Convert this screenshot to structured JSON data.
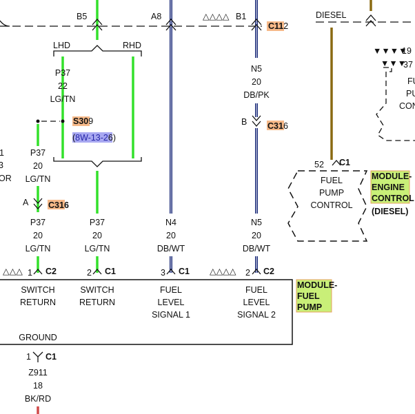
{
  "colors": {
    "green_wire": "#33e12b",
    "blue_wire": "#1a2a78",
    "brown_wire": "#8a6a12",
    "black_line": "#111111",
    "connector_highlight": "#f4a86c",
    "module_highlight": "#c9ef78",
    "link_highlight": "#9999ee",
    "link_text": "#2525a8",
    "red_stub": "#d14a4a"
  },
  "top": {
    "b5": "B5",
    "a8": "A8",
    "b1_triangles": "△△△△",
    "b1": "B1",
    "c112_hi": "C11",
    "c112_rest": "2",
    "diesel": "DIESEL",
    "pin19_tri": "▼▼▼▼",
    "pin19": "19",
    "pin37_tri": "▼▼▼",
    "pin37": "37",
    "frag1": "FU",
    "frag2": "PU",
    "frag3": "CON"
  },
  "lhd_rhd": {
    "lhd": "LHD",
    "rhd": "RHD"
  },
  "wires": {
    "p37_a": {
      "circuit": "P37",
      "gauge": "22",
      "color": "LG/TN"
    },
    "p37_b": {
      "circuit": "P37",
      "gauge": "20",
      "color": "LG/TN"
    },
    "p37_c": {
      "circuit": "P37",
      "gauge": "20",
      "color": "LG/TN"
    },
    "p37_d": {
      "circuit": "P37",
      "gauge": "20",
      "color": "LG/TN"
    },
    "n5_a": {
      "circuit": "N5",
      "gauge": "20",
      "color": "DB/PK"
    },
    "n4": {
      "circuit": "N4",
      "gauge": "20",
      "color": "DB/WT"
    },
    "n5_b": {
      "circuit": "N5",
      "gauge": "20",
      "color": "DB/WT"
    },
    "z911": {
      "circuit": "Z911",
      "gauge": "18",
      "color": "BK/RD"
    }
  },
  "left_frag": {
    "l1": "1",
    "l2": "3",
    "l3": "OR"
  },
  "splice": {
    "hi": "S30",
    "rest": "9",
    "ref_open": "(",
    "ref_hi": "8W-13-2",
    "ref_rest": "6)"
  },
  "c316_a": {
    "pin": "A",
    "hi": "C31",
    "rest": "6"
  },
  "c316_b": {
    "pin": "B",
    "hi": "C31",
    "rest": "6"
  },
  "ecm": {
    "pin": "52",
    "conn": "C1",
    "lines": [
      "FUEL",
      "PUMP",
      "CONTROL"
    ],
    "module_label": [
      "MODULE-",
      "ENGINE",
      "CONTROL"
    ],
    "variant": "(DIESEL)"
  },
  "fpm": {
    "pins": [
      {
        "tri": "△△△",
        "num": "1",
        "conn": "C2"
      },
      {
        "tri": "",
        "num": "2",
        "conn": "C1"
      },
      {
        "tri": "",
        "num": "3",
        "conn": "C1"
      },
      {
        "tri": "△△△△",
        "num": "2",
        "conn": "C2"
      }
    ],
    "labels": [
      [
        "SWITCH",
        "RETURN"
      ],
      [
        "SWITCH",
        "RETURN"
      ],
      [
        "FUEL",
        "LEVEL",
        "SIGNAL 1"
      ],
      [
        "FUEL",
        "LEVEL",
        "SIGNAL 2"
      ]
    ],
    "ground": "GROUND",
    "module_label": [
      "MODULE-",
      "FUEL",
      "PUMP"
    ],
    "ground_pin": "1",
    "ground_conn": "C1"
  }
}
